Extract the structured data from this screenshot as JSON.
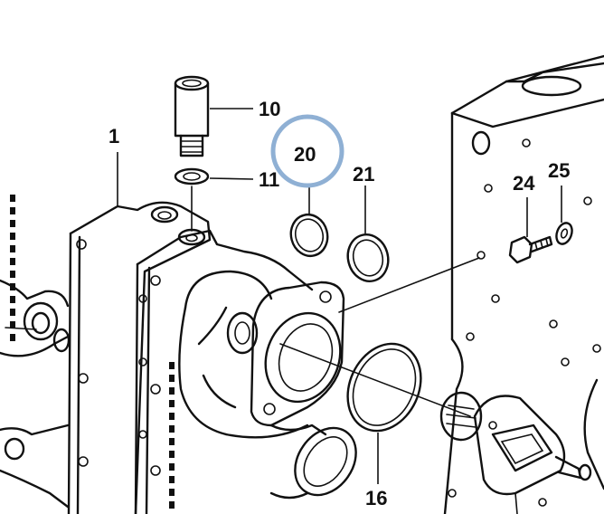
{
  "labels": {
    "p1": "1",
    "p10": "10",
    "p11": "11",
    "p16": "16",
    "p20": "20",
    "p21": "21",
    "p24": "24",
    "p25": "25"
  },
  "highlight": {
    "color": "#8fb0d4"
  }
}
